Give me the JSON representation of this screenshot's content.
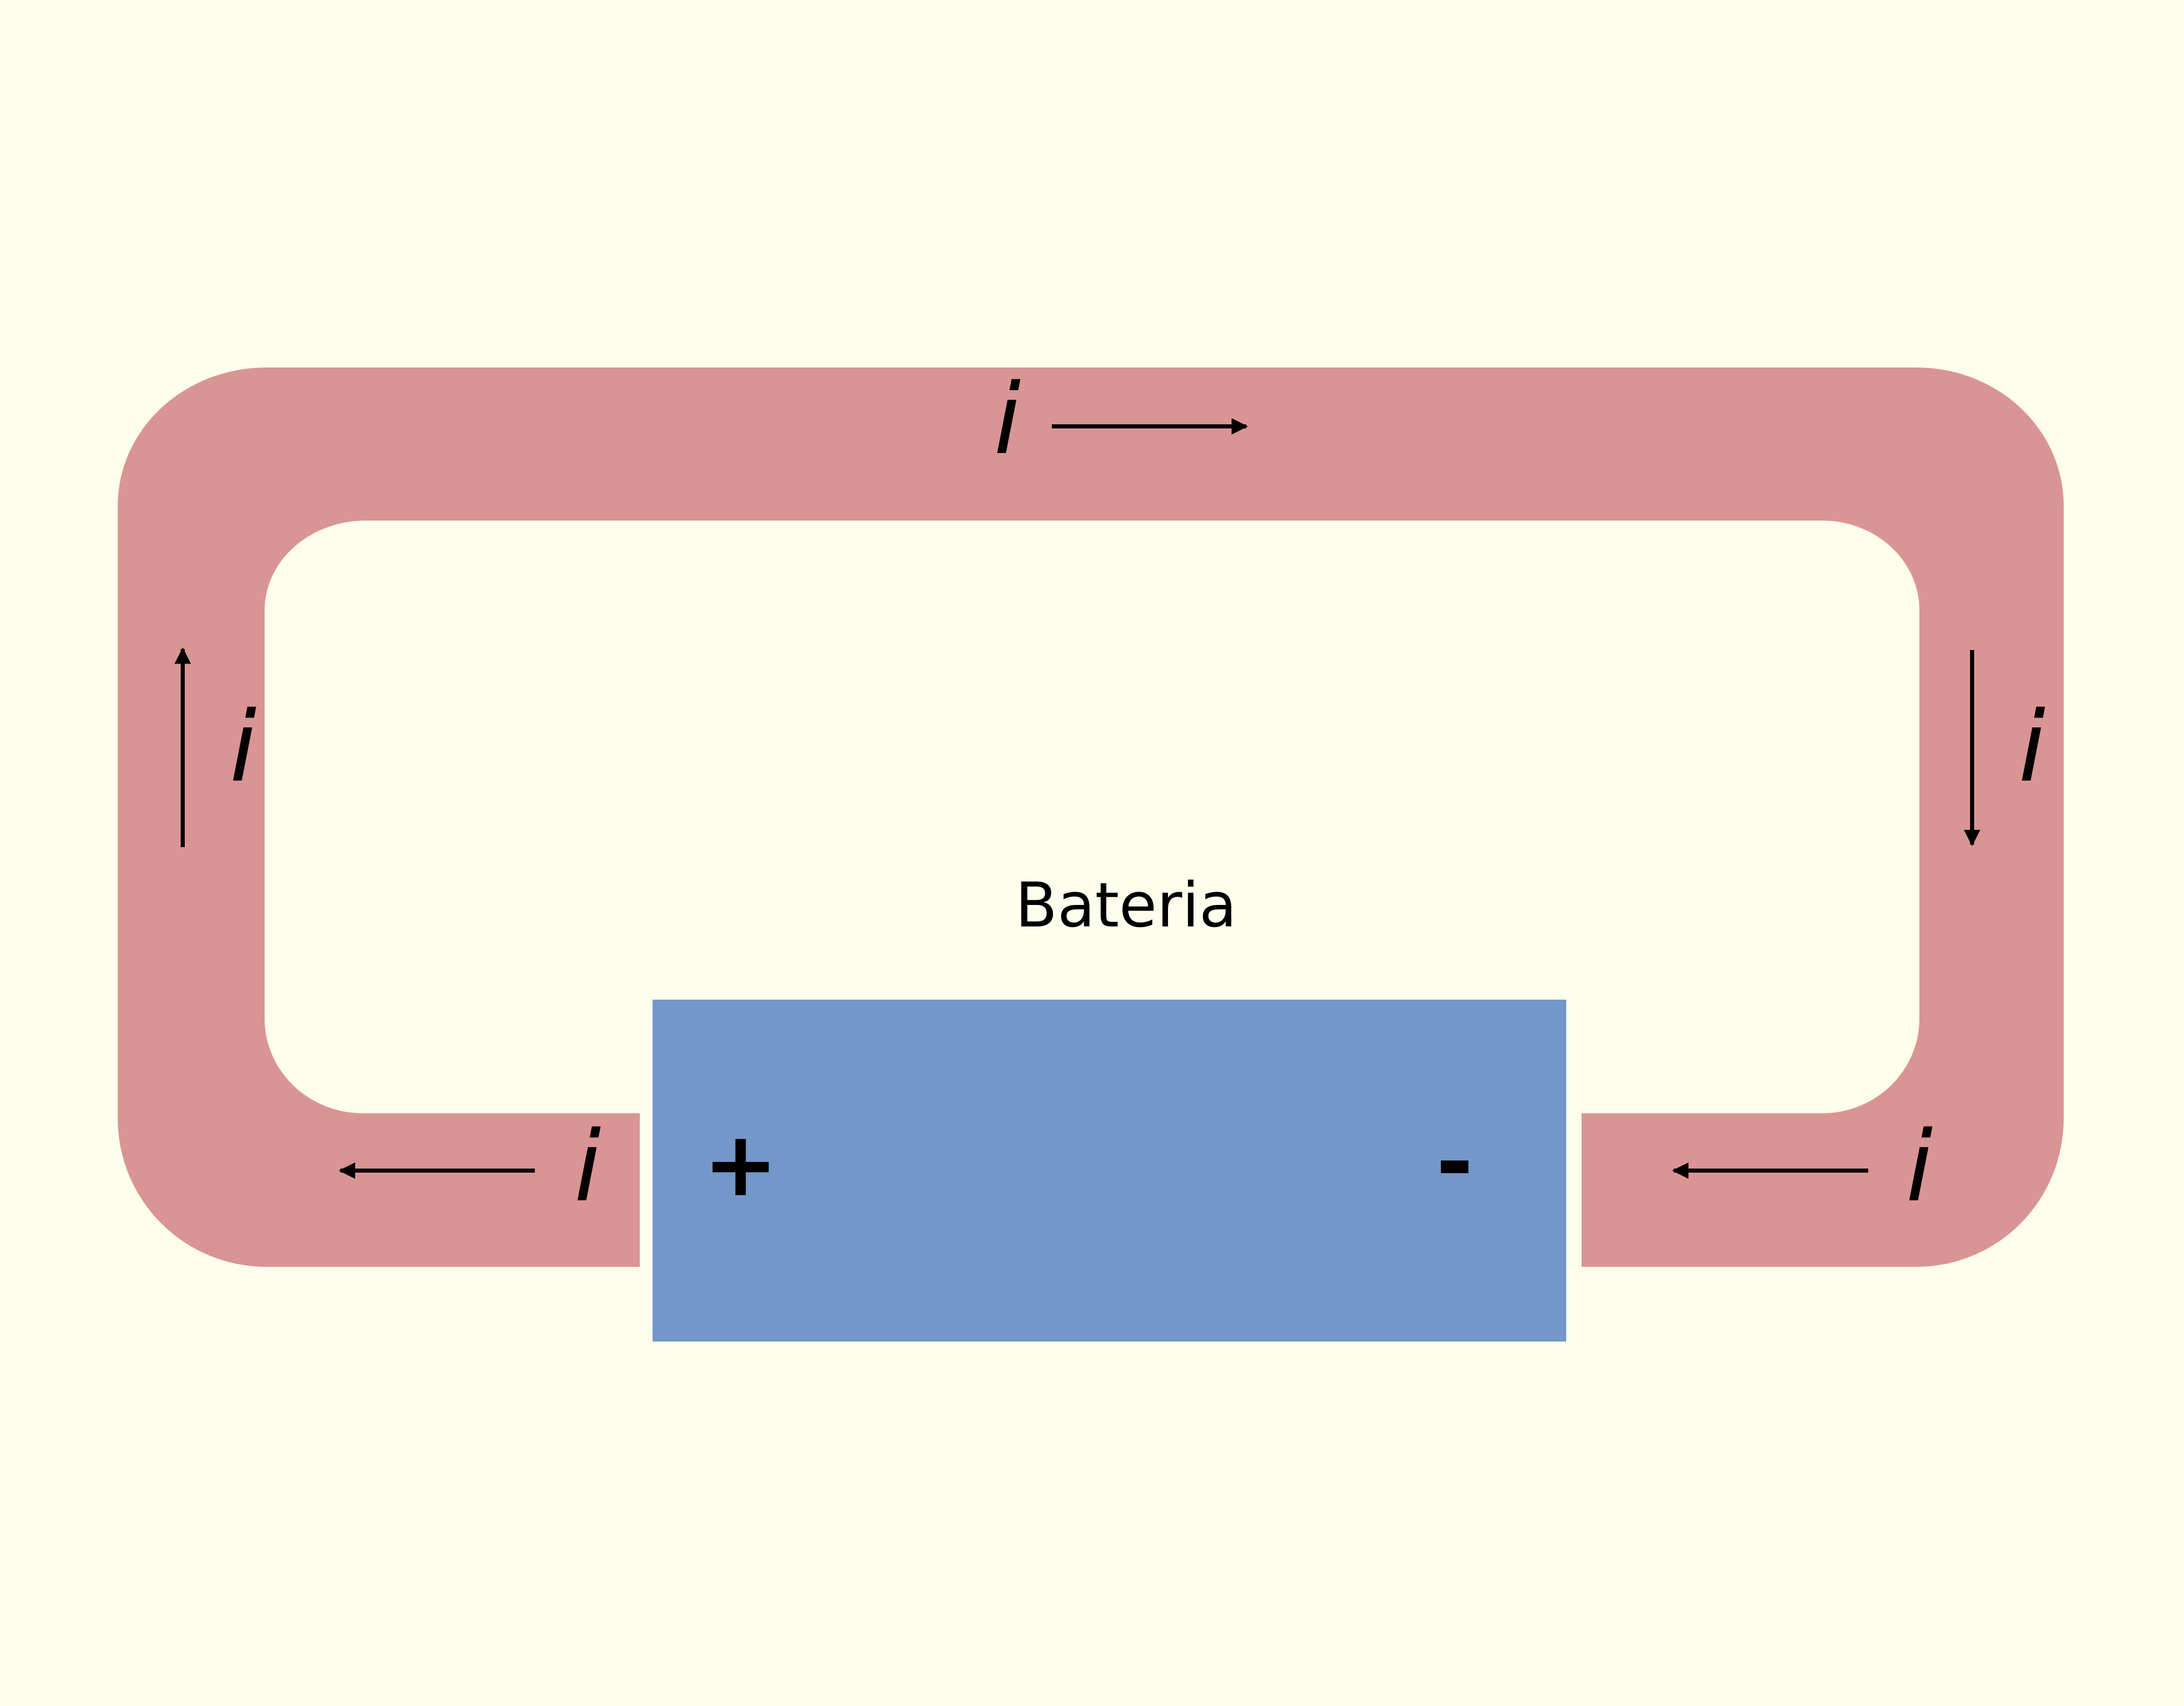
{
  "colors": {
    "background": "#fdfeec",
    "wire": "#d99594",
    "battery": "#7397c9",
    "ink": "#000000"
  },
  "battery": {
    "title": "Bateria",
    "positive_symbol": "+",
    "negative_symbol": "-"
  },
  "current": {
    "symbol": "i",
    "flow": [
      "top: left-to-right",
      "right: downward",
      "bottom-right: right-to-left",
      "bottom-left: right-to-left",
      "left: upward"
    ]
  }
}
